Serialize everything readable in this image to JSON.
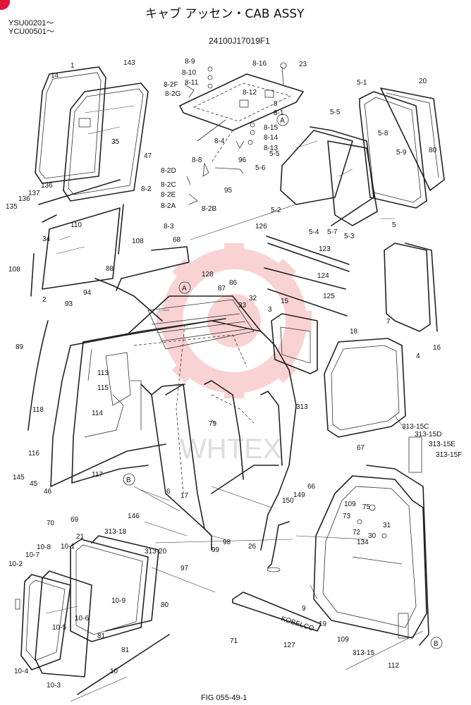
{
  "header": {
    "title": "キャブ アッセン・CAB ASSY",
    "part_number": "24100J17019F1",
    "serial_ranges": [
      "YSU00201～",
      "YCU00501～"
    ]
  },
  "footer": {
    "figure_id": "FIG 055-49-1"
  },
  "watermark": {
    "text": "WHTEX",
    "color": "#e8373c"
  },
  "callouts": [
    "A",
    "A",
    "B",
    "B"
  ],
  "part_labels": [
    "14",
    "1",
    "143",
    "35",
    "47",
    "136",
    "137",
    "136",
    "135",
    "110",
    "34",
    "108",
    "108",
    "2",
    "68",
    "88",
    "94",
    "93",
    "89",
    "118",
    "116",
    "145",
    "45",
    "46",
    "70",
    "69",
    "113",
    "115",
    "114",
    "117",
    "128",
    "87",
    "86",
    "33",
    "32",
    "3",
    "15",
    "79",
    "313",
    "6",
    "17",
    "146",
    "313-18",
    "313-20",
    "21",
    "10-1",
    "10-8",
    "10-7",
    "10-2",
    "10-9",
    "10-6",
    "10-5",
    "80",
    "81",
    "81",
    "10-4",
    "10-3",
    "10",
    "99",
    "98",
    "97",
    "26",
    "150",
    "149",
    "66",
    "109",
    "75",
    "73",
    "72",
    "31",
    "30",
    "134",
    "9",
    "19",
    "109",
    "313-15",
    "112",
    "67",
    "313-15C",
    "313-15D",
    "313-15E",
    "313-15F",
    "127",
    "71",
    "8-9",
    "8-10",
    "8-11",
    "8-2F",
    "8-2G",
    "8-16",
    "23",
    "8-12",
    "8",
    "8-1",
    "8-15",
    "8-14",
    "8-13",
    "8-4",
    "96",
    "8-8",
    "8-2D",
    "8-2C",
    "8-2E",
    "8-2A",
    "8-2",
    "8-2B",
    "95",
    "8-3",
    "5-1",
    "20",
    "5-5",
    "5-8",
    "5-9",
    "80",
    "5-5",
    "5-6",
    "5-2",
    "5-4",
    "5-7",
    "5-3",
    "5",
    "126",
    "123",
    "124",
    "125",
    "7",
    "18",
    "4",
    "16"
  ],
  "decal_text": "KOBELCO"
}
